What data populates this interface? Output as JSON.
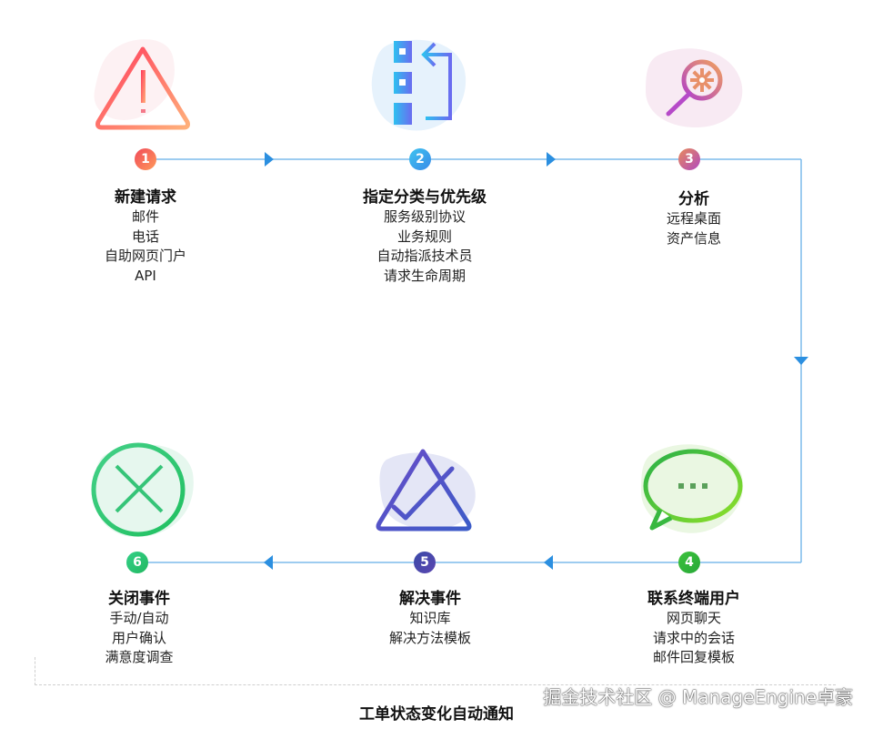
{
  "colors": {
    "flow_line": "#5aa8e6",
    "arrow": "#2b8fe0",
    "step1": "#f04a5a",
    "step2": "#3aa6ee",
    "step3": "#c65ab8",
    "step4": "#3cc23c",
    "step5": "#4a46a8",
    "step6": "#2ec878"
  },
  "steps": [
    {
      "number": "1",
      "icon": "warning-triangle-icon",
      "title": "新建请求",
      "items": [
        "邮件",
        "电话",
        "自助网页门户",
        "API"
      ]
    },
    {
      "number": "2",
      "icon": "categorize-priority-icon",
      "title": "指定分类与优先级",
      "items": [
        "服务级别协议",
        "业务规则",
        "自动指派技术员",
        "请求生命周期"
      ]
    },
    {
      "number": "3",
      "icon": "magnifier-gear-icon",
      "title": "分析",
      "items": [
        "远程桌面",
        "资产信息"
      ]
    },
    {
      "number": "4",
      "icon": "chat-bubble-icon",
      "title": "联系终端用户",
      "items": [
        "网页聊天",
        "请求中的会话",
        "邮件回复模板"
      ]
    },
    {
      "number": "5",
      "icon": "triangle-check-icon",
      "title": "解决事件",
      "items": [
        "知识库",
        "解决方法模板"
      ]
    },
    {
      "number": "6",
      "icon": "circle-x-icon",
      "title": "关闭事件",
      "items": [
        "手动/自动",
        "用户确认",
        "满意度调查"
      ]
    }
  ],
  "footer": {
    "title": "工单状态变化自动通知",
    "watermark": "掘金技术社区 @ ManageEngine卓豪"
  }
}
